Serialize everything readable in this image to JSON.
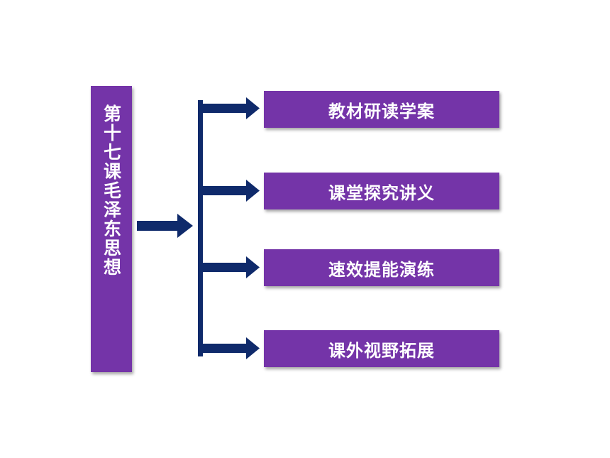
{
  "lesson": {
    "title": "第十七课毛泽东思想"
  },
  "menu": {
    "items": [
      {
        "label": "教材研读学案"
      },
      {
        "label": "课堂探究讲义"
      },
      {
        "label": "速效提能演练"
      },
      {
        "label": "课外视野拓展"
      }
    ]
  },
  "colors": {
    "box_fill": "#7434a8",
    "arrow_fill": "#0f2a6b",
    "text": "#ffffff"
  }
}
